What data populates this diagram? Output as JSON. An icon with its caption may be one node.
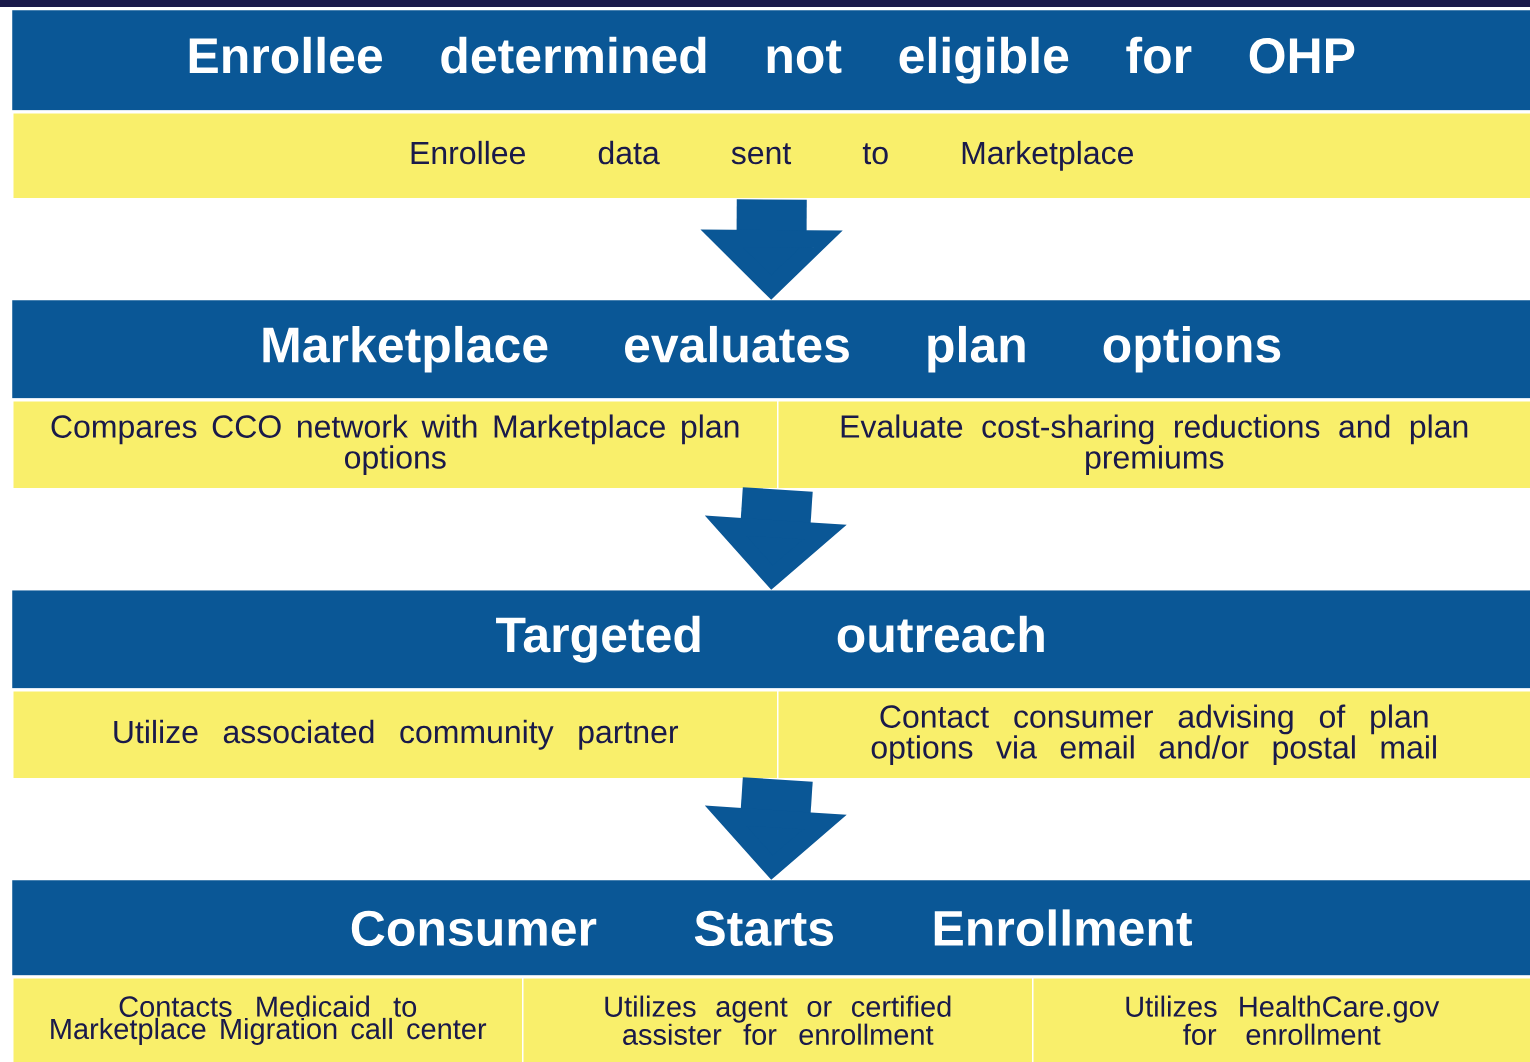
{
  "diagram": {
    "nodes": [
      {
        "text": [
          "Enrollee determined not eligible for OHP"
        ]
      },
      {
        "text": [
          "Enrollee data sent to Marketplace"
        ]
      },
      {
        "text": [
          "Marketplace evaluates plan options"
        ]
      },
      {
        "text": [
          "Compares CCO network with Marketplace plan options"
        ]
      },
      {
        "text": [
          "Evaluate cost-sharing reductions and plan premiums"
        ]
      },
      {
        "text": [
          "Targeted outreach"
        ]
      },
      {
        "text": [
          "Utilize associated community partner"
        ]
      },
      {
        "text": [
          "Contact consumer advising of plan options via email and/or postal mail"
        ]
      },
      {
        "text": [
          "Consumer Starts Enrollment"
        ]
      },
      {
        "text": [
          "Contacts Medicaid to Marketplace Migration call center"
        ]
      },
      {
        "text": [
          "Utilizes agent or certified assister for enrollment"
        ]
      },
      {
        "text": [
          "Utilizes HealthCare.gov for enrollment"
        ]
      }
    ],
    "edges": [
      {
        "from": 1,
        "to": 2,
        "arrow": "to"
      },
      {
        "from": 3,
        "to": 5,
        "arrow": "to"
      },
      {
        "from": 4,
        "to": 5,
        "arrow": "to"
      },
      {
        "from": 6,
        "to": 8,
        "arrow": "to"
      },
      {
        "from": 7,
        "to": 8,
        "arrow": "to"
      }
    ]
  }
}
